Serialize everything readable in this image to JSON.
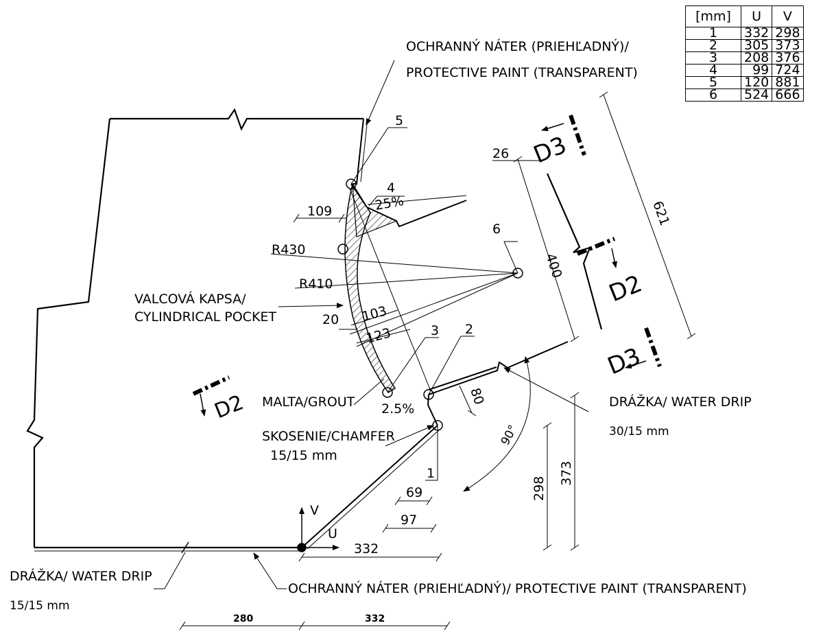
{
  "labels": {
    "paint_top_1": "OCHRANNÝ NÁTER (PRIEHĽADNÝ)/",
    "paint_top_2": "PROTECTIVE PAINT (TRANSPARENT)",
    "pocket_1": "VALCOVÁ KAPSA/",
    "pocket_2": "CYLINDRICAL POCKET",
    "grout": "MALTA/GROUT",
    "chamfer_1": "SKOSENIE/CHAMFER",
    "chamfer_2": "15/15 mm",
    "drip_right_1": "DRÁŽKA/ WATER DRIP",
    "drip_right_2": "30/15 mm",
    "drip_left_1": "DRÁŽKA/ WATER DRIP",
    "drip_left_2": "15/15 mm",
    "paint_bottom": "OCHRANNÝ NÁTER (PRIEHĽADNÝ)/ PROTECTIVE PAINT (TRANSPARENT)",
    "axis_u": "U",
    "axis_v": "V"
  },
  "points": [
    "1",
    "2",
    "3",
    "4",
    "5",
    "6"
  ],
  "sections": {
    "d2": "D2",
    "d3": "D3"
  },
  "dims": {
    "d26": "26",
    "d109": "109",
    "r430": "R430",
    "r410": "R410",
    "d20": "20",
    "d103": "103",
    "d123": "123",
    "slope_25": "25%",
    "slope_2_5": "2.5%",
    "d80": "80",
    "d400": "400",
    "d621": "621",
    "angle": "90°",
    "d69": "69",
    "d97": "97",
    "d332": "332",
    "d298": "298",
    "d373": "373",
    "base_280": "280",
    "base_332": "332"
  },
  "table": {
    "header": [
      "[mm]",
      "U",
      "V"
    ],
    "rows": [
      [
        "1",
        "332",
        "298"
      ],
      [
        "2",
        "305",
        "373"
      ],
      [
        "3",
        "208",
        "376"
      ],
      [
        "4",
        "99",
        "724"
      ],
      [
        "5",
        "120",
        "881"
      ],
      [
        "6",
        "524",
        "666"
      ]
    ]
  }
}
